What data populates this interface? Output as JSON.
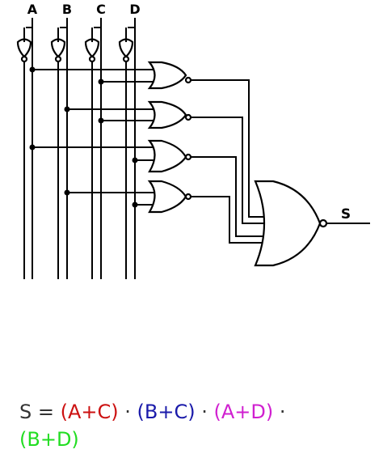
{
  "inputs": [
    "A",
    "B",
    "C",
    "D"
  ],
  "output": "S",
  "equation": {
    "lhs": "S = ",
    "sep": " · ",
    "terms": [
      {
        "text": "(A+C)",
        "color": "#cc1111"
      },
      {
        "text": "(B+C)",
        "color": "#1a1aaa"
      },
      {
        "text": "(A+D)",
        "color": "#d020d0"
      },
      {
        "text": "(B+D)",
        "color": "#22dd22"
      }
    ]
  },
  "colors": {
    "text": "#333333"
  }
}
